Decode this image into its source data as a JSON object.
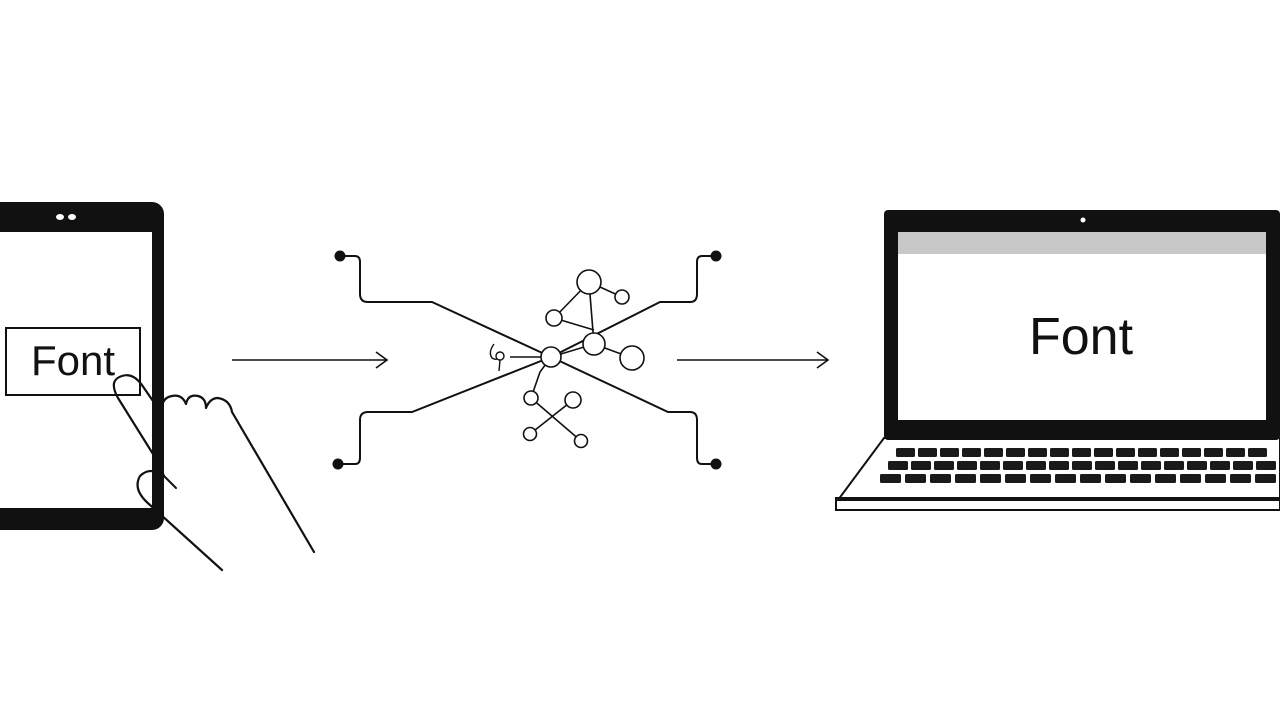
{
  "tablet": {
    "text_box_label": "Font"
  },
  "laptop": {
    "screen_text": "Font"
  },
  "colors": {
    "ink": "#111111",
    "background": "#ffffff",
    "laptop_titlebar": "#c8c8c8"
  },
  "icons": [
    "tablet",
    "hand-pointer-icon",
    "arrow-right-icon",
    "neural-network-icon",
    "laptop"
  ]
}
